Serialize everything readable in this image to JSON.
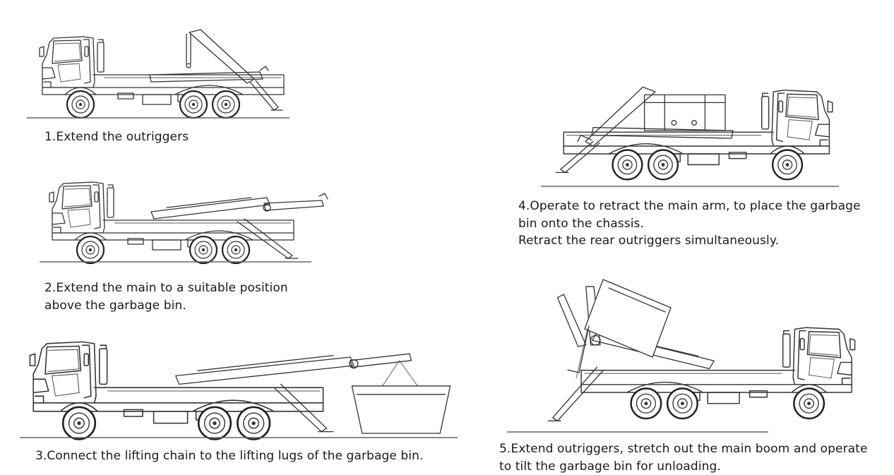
{
  "steps": [
    {
      "id": 1,
      "lines": [
        "1.Extend the outriggers"
      ]
    },
    {
      "id": 2,
      "lines": [
        "2.Extend the main to a suitable position",
        "above the garbage bin."
      ]
    },
    {
      "id": 3,
      "lines": [
        "3.Connect the lifting chain to the lifting lugs of the garbage bin."
      ]
    },
    {
      "id": 4,
      "lines": [
        "4.Operate to retract the main arm, to place the garbage",
        "bin onto the chassis.",
        "Retract the rear outriggers simultaneously."
      ]
    },
    {
      "id": 5,
      "lines": [
        "5.Extend outriggers, stretch out the main boom and operate",
        "to tilt the garbage bin for unloading."
      ]
    }
  ]
}
